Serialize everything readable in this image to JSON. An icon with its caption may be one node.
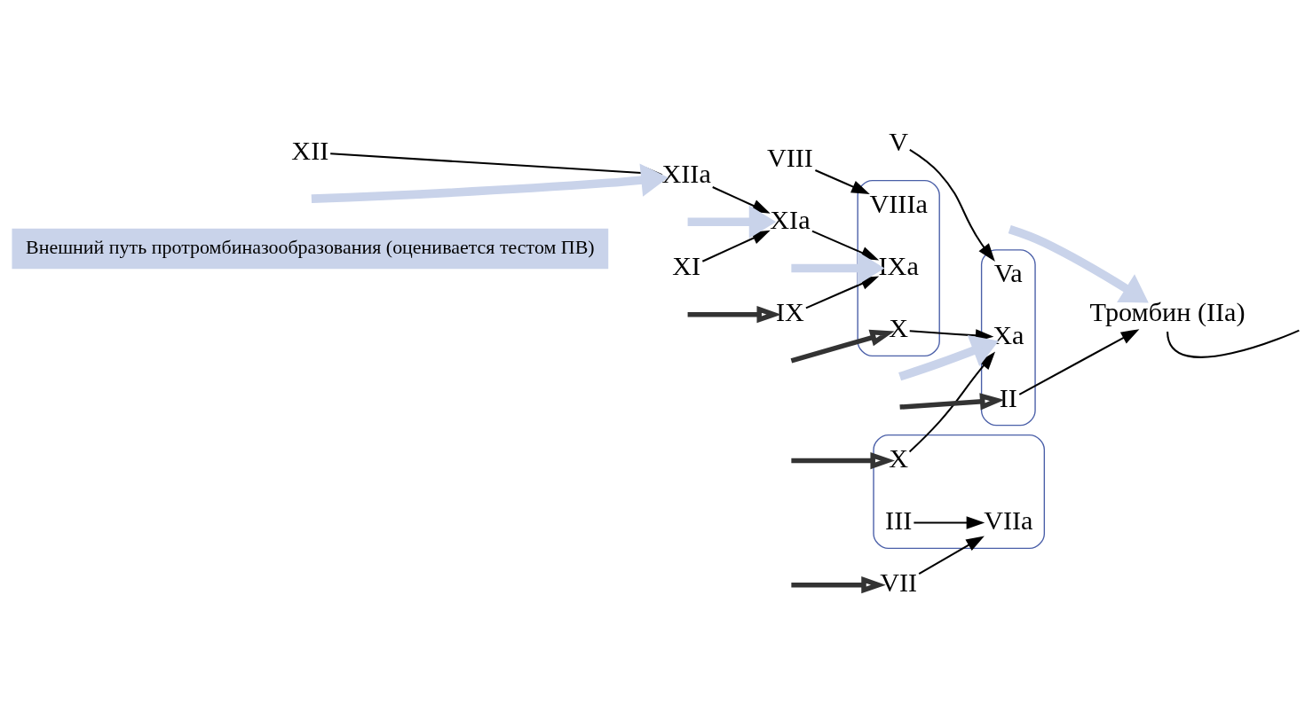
{
  "diagram": {
    "nodes": [
      {
        "text": [
          "Внешний путь протромбиназообразования (оценивается тестом ПВ)"
        ]
      },
      {
        "text": [
          "VII"
        ]
      },
      {
        "text": [],
        "shape": "ellipse"
      },
      {
        "text": [
          "III"
        ],
        "in": 2
      },
      {
        "text": [
          "VIIa"
        ],
        "in": 2
      },
      {
        "text": [
          "X"
        ],
        "in": 2
      },
      {
        "text": [],
        "shape": "ellipse"
      },
      {
        "text": [
          "Xa"
        ],
        "in": 6
      },
      {
        "text": [
          "Va"
        ],
        "in": 6
      },
      {
        "text": [
          "II"
        ],
        "in": 6
      },
      {
        "text": [
          "V"
        ]
      },
      {
        "text": [
          "Тромбин (IIa)"
        ]
      },
      {
        "text": [],
        "shape": "ellipse"
      },
      {
        "text": [
          "IXa"
        ],
        "in": 12
      },
      {
        "text": [
          "VIIIa"
        ],
        "in": 12
      },
      {
        "text": [
          "X"
        ],
        "in": 12
      },
      {
        "text": [
          "VIII"
        ]
      },
      {
        "text": [
          "IX"
        ]
      },
      {
        "text": [
          "XIa"
        ]
      },
      {
        "text": [
          "XI"
        ]
      },
      {
        "text": [
          "XIIa"
        ]
      },
      {
        "text": [
          "XII"
        ]
      }
    ],
    "edges": [
      {
        "from": 1,
        "to": 4,
        "arrow": "to"
      },
      {
        "from": 3,
        "to": 4,
        "arrow": "to"
      },
      {
        "from": 5,
        "to": 7,
        "arrow": "to"
      },
      {
        "from": 15,
        "to": 7,
        "arrow": "to"
      },
      {
        "from": 10,
        "to": 8,
        "arrow": "to"
      },
      {
        "from": 9,
        "to": 11,
        "arrow": "to"
      },
      {
        "from": 11,
        "to": null,
        "arrow": "none"
      },
      {
        "from": 16,
        "to": 14,
        "arrow": "to"
      },
      {
        "from": 17,
        "to": 13,
        "arrow": "to"
      },
      {
        "from": 18,
        "to": 13,
        "arrow": "to"
      },
      {
        "from": 19,
        "to": 18,
        "arrow": "to"
      },
      {
        "from": 20,
        "to": 18,
        "arrow": "to"
      },
      {
        "from": 21,
        "to": 20,
        "arrow": "to"
      },
      {
        "from": null,
        "to": 7,
        "arrow": "to",
        "style": "thick",
        "color": "#c9d3ea"
      },
      {
        "from": null,
        "to": 11,
        "arrow": "to",
        "style": "thick",
        "color": "#c9d3ea"
      },
      {
        "from": null,
        "to": 13,
        "arrow": "to",
        "style": "thick",
        "color": "#c9d3ea"
      },
      {
        "from": null,
        "to": 18,
        "arrow": "to",
        "style": "thick",
        "color": "#c9d3ea"
      },
      {
        "from": null,
        "to": 20,
        "arrow": "to",
        "style": "thick",
        "color": "#c9d3ea"
      },
      {
        "from": null,
        "to": 1,
        "arrow": "to",
        "style": "thick"
      },
      {
        "from": null,
        "to": 5,
        "arrow": "to",
        "style": "thick"
      },
      {
        "from": null,
        "to": 15,
        "arrow": "to",
        "style": "thick"
      },
      {
        "from": null,
        "to": 17,
        "arrow": "to",
        "style": "thick"
      },
      {
        "from": null,
        "to": 9,
        "arrow": "to",
        "style": "thick"
      }
    ]
  }
}
